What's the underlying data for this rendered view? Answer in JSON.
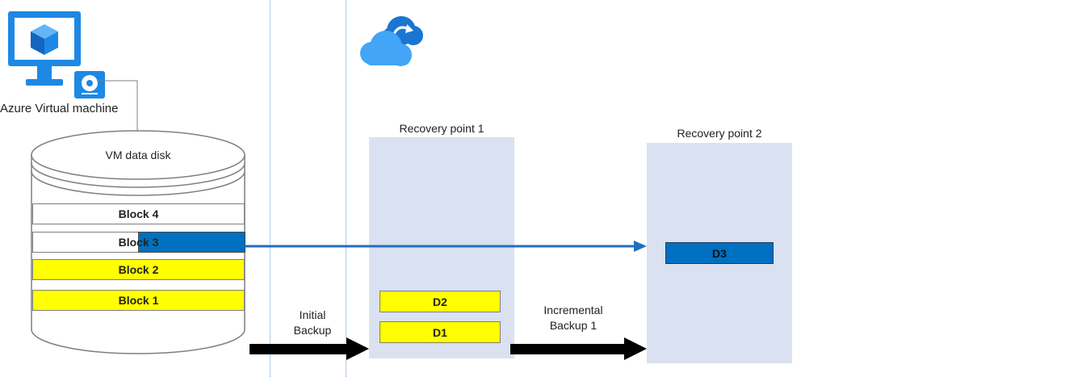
{
  "vm": {
    "label": "Azure Virtual machine"
  },
  "disk": {
    "label": "VM data disk",
    "blocks": [
      "Block 4",
      "Block 3",
      "Block 2",
      "Block 1"
    ]
  },
  "recovery_point_1": {
    "title": "Recovery point 1",
    "items": [
      "D2",
      "D1"
    ]
  },
  "recovery_point_2": {
    "title": "Recovery point 2",
    "items": [
      "D3"
    ]
  },
  "arrows": {
    "initial": [
      "Initial",
      "Backup"
    ],
    "incremental": [
      "Incremental",
      "Backup 1"
    ]
  },
  "colors": {
    "changed_block": "#ffff00",
    "new_block": "#0070c0",
    "recovery_box": "#dae1f0",
    "azure_blue": "#1e88e5"
  },
  "icons": [
    "vm-monitor-icon",
    "cube-icon",
    "disk-icon",
    "cloud-backup-icon"
  ]
}
